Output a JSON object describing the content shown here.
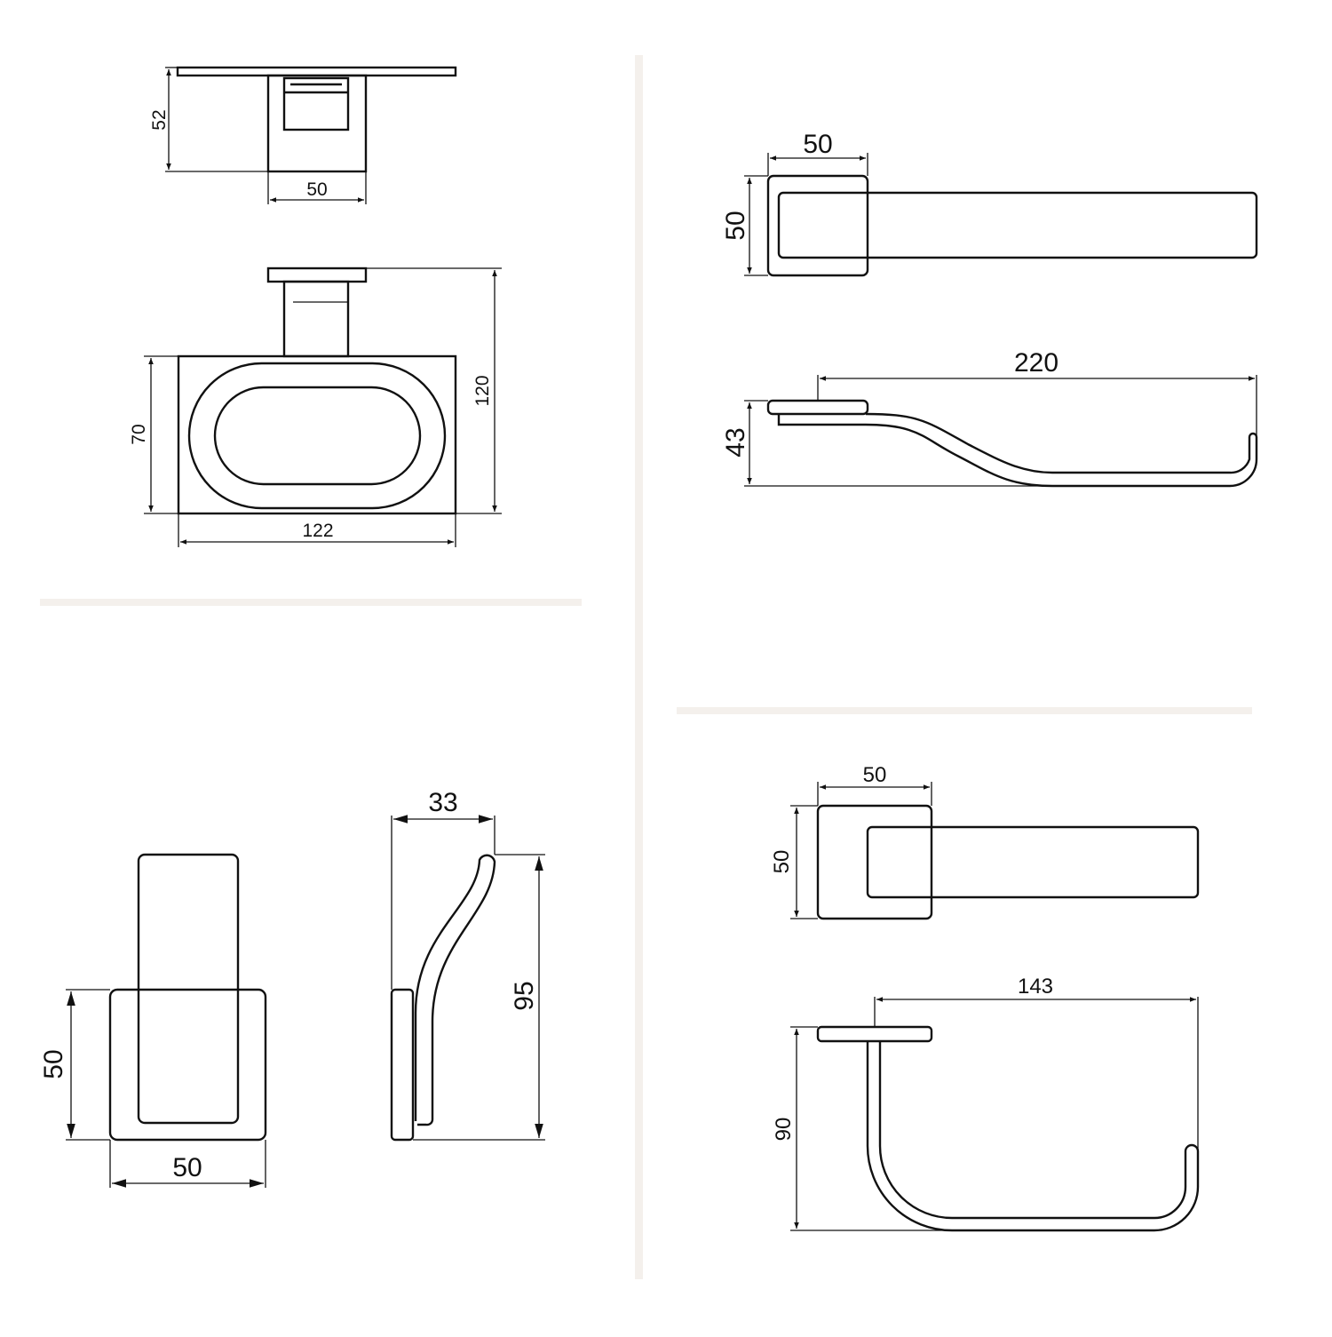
{
  "colors": {
    "line": "#111111",
    "divider": "#f4f0ec",
    "background": "#ffffff"
  },
  "soap_dish": {
    "top_view": {
      "depth_label": "52",
      "width_label": "50"
    },
    "front_view": {
      "height_label": "70",
      "overall_height_label": "120",
      "width_label": "122"
    }
  },
  "robe_hook": {
    "front_view": {
      "height_label": "50",
      "width_label": "50"
    },
    "side_view": {
      "depth_label": "33",
      "height_label": "95"
    }
  },
  "towel_holder": {
    "top_view": {
      "width_label": "50",
      "height_label": "50"
    },
    "side_view": {
      "length_label": "220",
      "height_label": "43"
    }
  },
  "paper_holder": {
    "top_view": {
      "width_label": "50",
      "height_label": "50"
    },
    "side_view": {
      "length_label": "143",
      "height_label": "90"
    }
  }
}
